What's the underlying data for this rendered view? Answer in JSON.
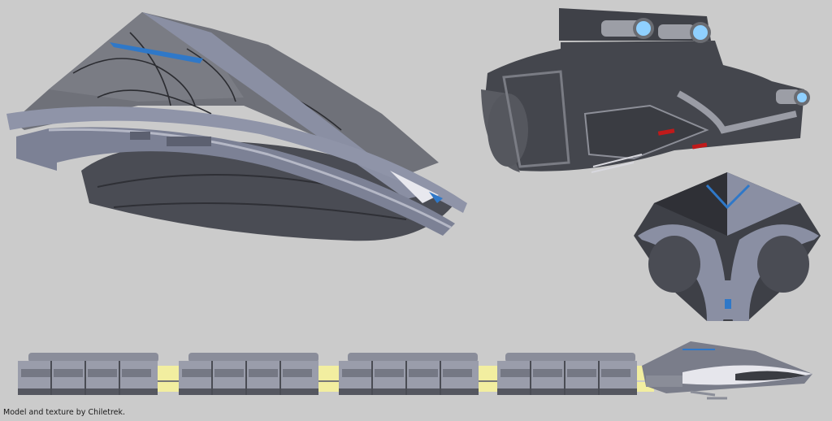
{
  "image": {
    "background_color": "#cbcbcb",
    "description": "Three-view render sheet of a sci-fi starship model: perspective view, rear/underside view, front view, and full side view with cargo pods",
    "colors": {
      "hull_light": "#8a8fa3",
      "hull_dark": "#3f4148",
      "accent_blue": "#2f78c8",
      "engine_glow": "#8fd0ff",
      "warning_red": "#c01a1a",
      "connector_yellow": "#f2eea0"
    }
  },
  "views": {
    "perspective": {
      "label": "perspective-hull-view"
    },
    "rear": {
      "label": "rear-engine-view"
    },
    "front": {
      "label": "front-view"
    },
    "side": {
      "label": "side-view-with-cargo-pods",
      "pod_count": 4,
      "segments_per_pod": 4
    }
  },
  "credit": "Model and texture by Chiletrek."
}
